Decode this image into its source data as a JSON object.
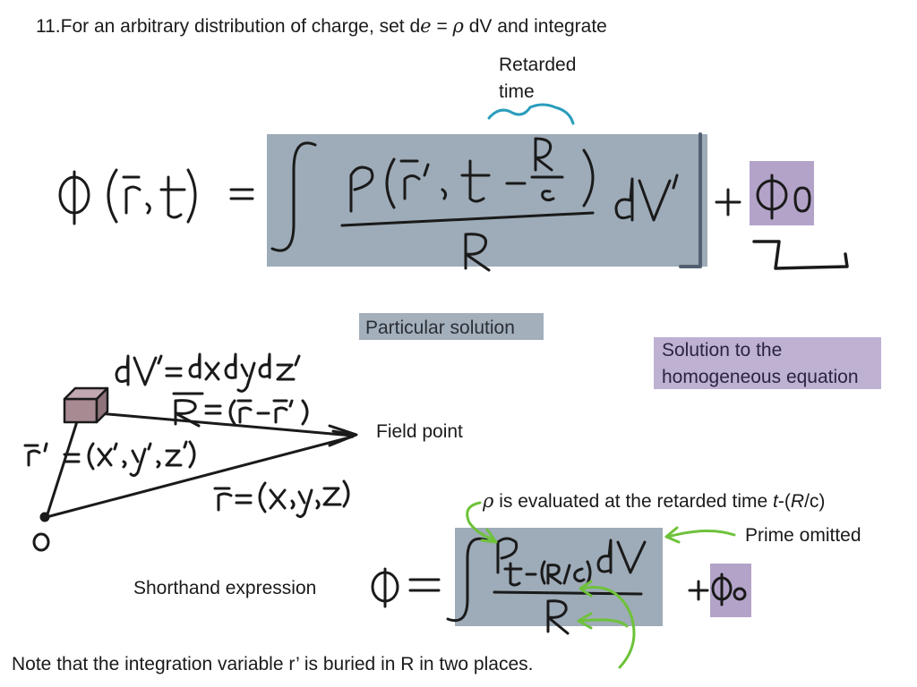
{
  "slide": {
    "heading_prefix": "11.For an arbitrary distribution of charge, set d",
    "heading_e": "e",
    "heading_eq": " = ",
    "heading_rho": "ρ",
    "heading_suffix": " dV and integrate",
    "retarded_time_line1": "Retarded",
    "retarded_time_line2": "time",
    "particular_solution": "Particular solution",
    "homogeneous_line1": "Solution to the",
    "homogeneous_line2": "homogeneous equation",
    "field_point": "Field point",
    "rho_note_rho": "ρ",
    "rho_note_text": " is evaluated at the retarded time ",
    "rho_note_t": "t",
    "rho_note_paren_open": "-(",
    "rho_note_R": "R",
    "rho_note_paren_close": "/c)",
    "prime_omitted": "Prime omitted",
    "shorthand": "Shorthand expression",
    "bottom_note": "Note that the integration variable r’ is buried in R in two places."
  },
  "colors": {
    "gray_highlight": "#9eabb8",
    "purple_highlight": "#b3a3c9",
    "ink": "#1a1a1a",
    "cyan_ink": "#2a9dbd",
    "green_ink": "#6ec23a",
    "box_fill": "#a88a93"
  }
}
